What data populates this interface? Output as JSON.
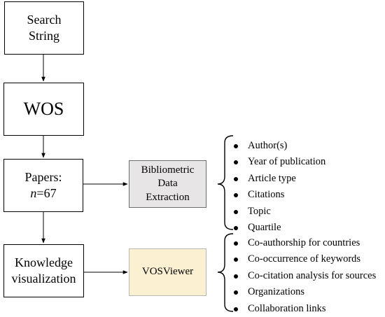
{
  "boxes": {
    "search": {
      "line1": "Search",
      "line2": "String"
    },
    "wos": {
      "label": "WOS"
    },
    "papers": {
      "line1": "Papers:",
      "n_italic": "n",
      "n_rest": "=67"
    },
    "knowledge": {
      "line1": "Knowledge",
      "line2": "visualization"
    },
    "biblio": {
      "line1": "Bibliometric",
      "line2": "Data",
      "line3": "Extraction"
    },
    "vos": {
      "label": "VOSViewer"
    }
  },
  "lists": {
    "biblio_items": [
      "Author(s)",
      "Year of publication",
      "Article type",
      "Citations",
      "Topic",
      "Quartile"
    ],
    "vos_items": [
      "Co-authorship for countries",
      "Co-occurrence of keywords",
      "Co-citation analysis for sources",
      "Organizations",
      "Collaboration links"
    ]
  }
}
